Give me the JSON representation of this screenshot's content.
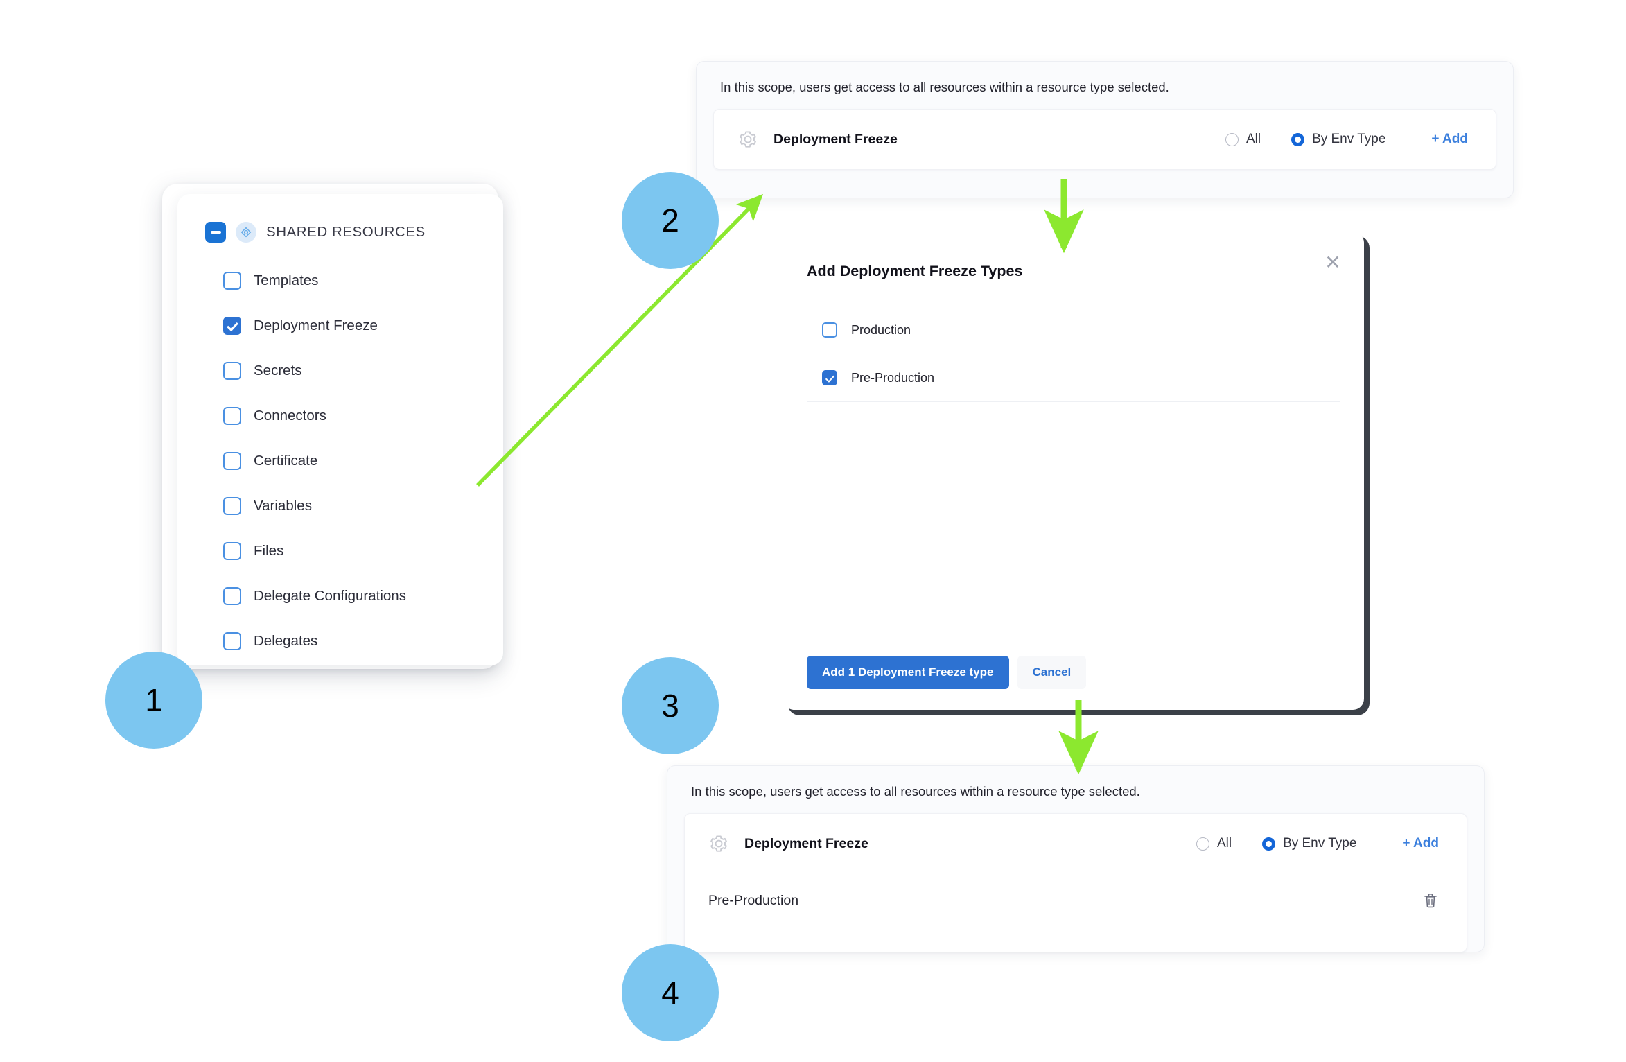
{
  "accent": {
    "badge_blue": "#7CC6F0",
    "arrow_green": "#8CE82F",
    "primary_blue": "#2d72d2",
    "link_blue": "#3b7fdd"
  },
  "steps": [
    {
      "number": "1"
    },
    {
      "number": "2"
    },
    {
      "number": "3"
    },
    {
      "number": "4"
    }
  ],
  "tree": {
    "header": {
      "label": "SHARED RESOURCES",
      "collapse_icon": "minus-square-icon",
      "resource_icon": "shared-resources-icon"
    },
    "items": [
      {
        "label": "Templates",
        "checked": false
      },
      {
        "label": "Deployment Freeze",
        "checked": true
      },
      {
        "label": "Secrets",
        "checked": false
      },
      {
        "label": "Connectors",
        "checked": false
      },
      {
        "label": "Certificate",
        "checked": false
      },
      {
        "label": "Variables",
        "checked": false
      },
      {
        "label": "Files",
        "checked": false
      },
      {
        "label": "Delegate Configurations",
        "checked": false
      },
      {
        "label": "Delegates",
        "checked": false
      }
    ]
  },
  "scope_panel_top": {
    "note": "In this scope, users get access to all resources within a resource type selected.",
    "resource": {
      "icon": "gear-icon",
      "title": "Deployment Freeze",
      "options": [
        {
          "label": "All",
          "selected": false
        },
        {
          "label": "By Env Type",
          "selected": true
        }
      ],
      "add_label": "+ Add"
    }
  },
  "modal": {
    "title": "Add Deployment Freeze Types",
    "close_icon": "close-icon",
    "rows": [
      {
        "label": "Production",
        "checked": false
      },
      {
        "label": "Pre-Production",
        "checked": true
      }
    ],
    "primary_button": "Add 1 Deployment Freeze type",
    "secondary_button": "Cancel"
  },
  "scope_panel_bottom": {
    "note": "In this scope, users get access to all resources within a resource type selected.",
    "resource": {
      "icon": "gear-icon",
      "title": "Deployment Freeze",
      "options": [
        {
          "label": "All",
          "selected": false
        },
        {
          "label": "By Env Type",
          "selected": true
        }
      ],
      "add_label": "+ Add"
    },
    "selected_rows": [
      {
        "label": "Pre-Production",
        "delete_icon": "trash-icon"
      }
    ]
  }
}
